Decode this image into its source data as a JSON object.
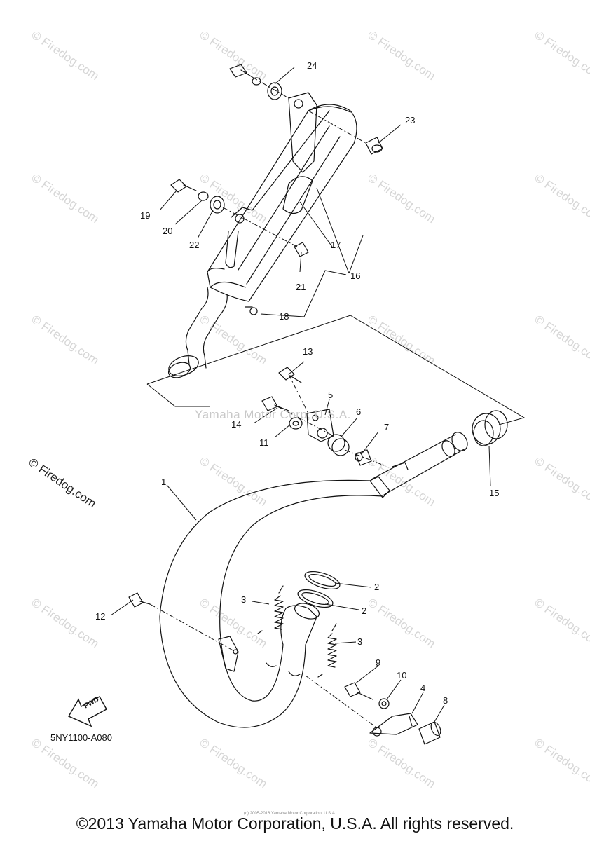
{
  "watermarks": {
    "text": "© Firedog.com"
  },
  "center_watermark": "Yamaha Motor Corp, U.S.A.",
  "left_firedog": "© Firedog.com",
  "part_labels": {
    "p1": "1",
    "p2a": "2",
    "p2b": "2",
    "p3a": "3",
    "p3b": "3",
    "p4": "4",
    "p5": "5",
    "p6": "6",
    "p7": "7",
    "p8": "8",
    "p9": "9",
    "p10": "10",
    "p11": "11",
    "p12": "12",
    "p13": "13",
    "p14": "14",
    "p15": "15",
    "p16": "16",
    "p17": "17",
    "p18": "18",
    "p19": "19",
    "p20": "20",
    "p21": "21",
    "p22": "22",
    "p23": "23",
    "p24": "24"
  },
  "fwd_label": "FWD",
  "diagram_code": "5NY1100-A080",
  "tiny_credit": "(c) 2005-2016 Yamaha Motor Corporation, U.S.A.",
  "copyright": "©2013 Yamaha Motor Corporation, U.S.A. All rights reserved."
}
